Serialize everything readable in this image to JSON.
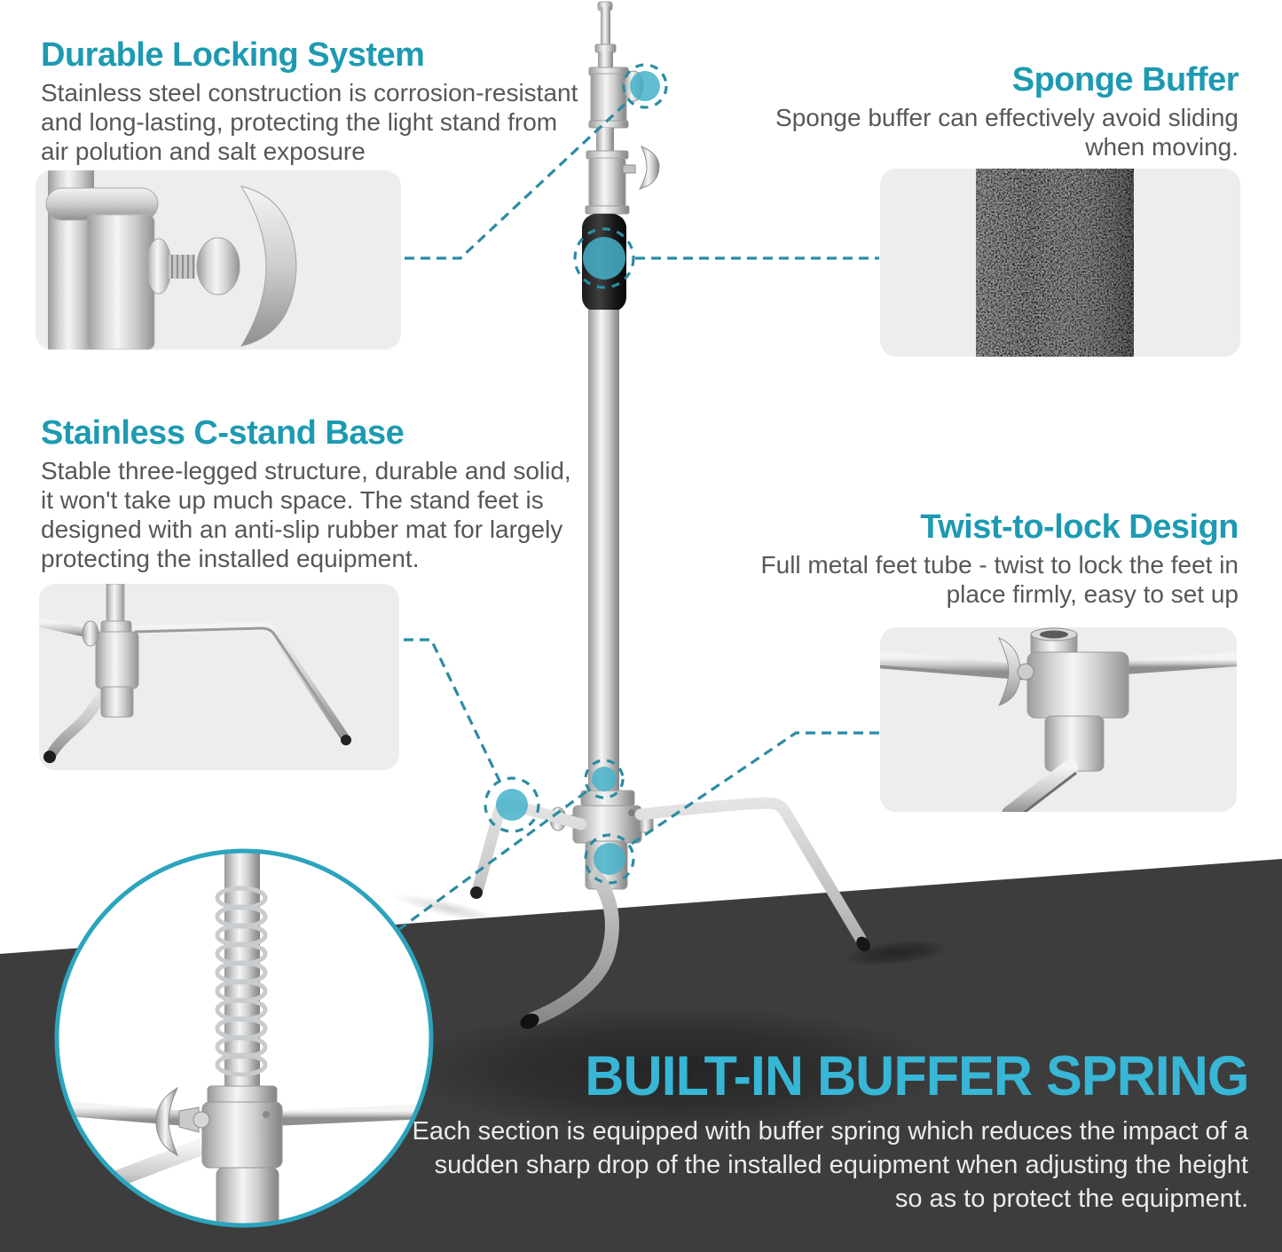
{
  "sections": {
    "durable_locking": {
      "title": "Durable Locking System",
      "lines": [
        "Stainless steel construction is corrosion-resistant",
        "and long-lasting, protecting the light stand from",
        "air polution and salt exposure"
      ]
    },
    "sponge_buffer": {
      "title": "Sponge Buffer",
      "lines": [
        "Sponge buffer can effectively avoid sliding",
        "when moving."
      ]
    },
    "stainless_base": {
      "title": "Stainless C-stand Base",
      "lines": [
        "Stable three-legged structure, durable and solid,",
        "it won't take up much space. The stand feet is",
        "designed with an anti-slip rubber mat for largely",
        "protecting the installed equipment."
      ]
    },
    "twist_lock": {
      "title": "Twist-to-lock Design",
      "lines": [
        "Full metal feet tube - twist to lock the feet in",
        "place firmly, easy to set up"
      ]
    },
    "buffer_spring": {
      "title": "BUILT-IN BUFFER SPRING",
      "lines": [
        "Each section is equipped with buffer spring which reduces the impact of a",
        "sudden sharp drop of  the installed equipment when adjusting the height",
        "so as to protect the equipment."
      ]
    }
  },
  "colors": {
    "heading_teal": "#1d9ab2",
    "big_heading_cyan": "#38b6d5",
    "body_gray": "#56575a",
    "connector_teal": "#2b8ca3",
    "highlight_fill": "#45b1c9",
    "floor_dark": "#3d3d3d",
    "panel_gray": "#ededed",
    "circle_ring": "#2ca4bd"
  }
}
